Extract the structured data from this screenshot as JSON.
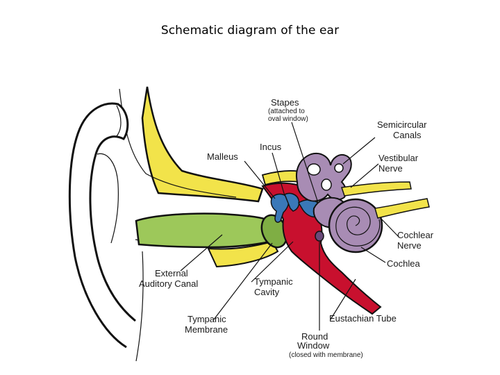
{
  "title": "Schematic diagram of the ear",
  "colors": {
    "bone": "#f2e34a",
    "ear_canal": "#9dc85a",
    "tympanic_cavity": "#c8102e",
    "ossicles": "#3a78b8",
    "inner_ear": "#a88cb4",
    "outline": "#111111"
  },
  "labels": {
    "stapes": "Stapes",
    "stapes_note_1": "(attached to",
    "stapes_note_2": "oval window)",
    "incus": "Incus",
    "malleus": "Malleus",
    "semicircular_1": "Semicircular",
    "semicircular_2": "Canals",
    "vestibular_1": "Vestibular",
    "vestibular_2": "Nerve",
    "cochlear_nerve_1": "Cochlear",
    "cochlear_nerve_2": "Nerve",
    "cochlea": "Cochlea",
    "external_1": "External",
    "external_2": "Auditory Canal",
    "tympanic_cavity_1": "Tympanic",
    "tympanic_cavity_2": "Cavity",
    "tympanic_membrane_1": "Tympanic",
    "tympanic_membrane_2": "Membrane",
    "eustachian": "Eustachian Tube",
    "round_window_1": "Round",
    "round_window_2": "Window",
    "round_window_note": "(closed with membrane)"
  }
}
